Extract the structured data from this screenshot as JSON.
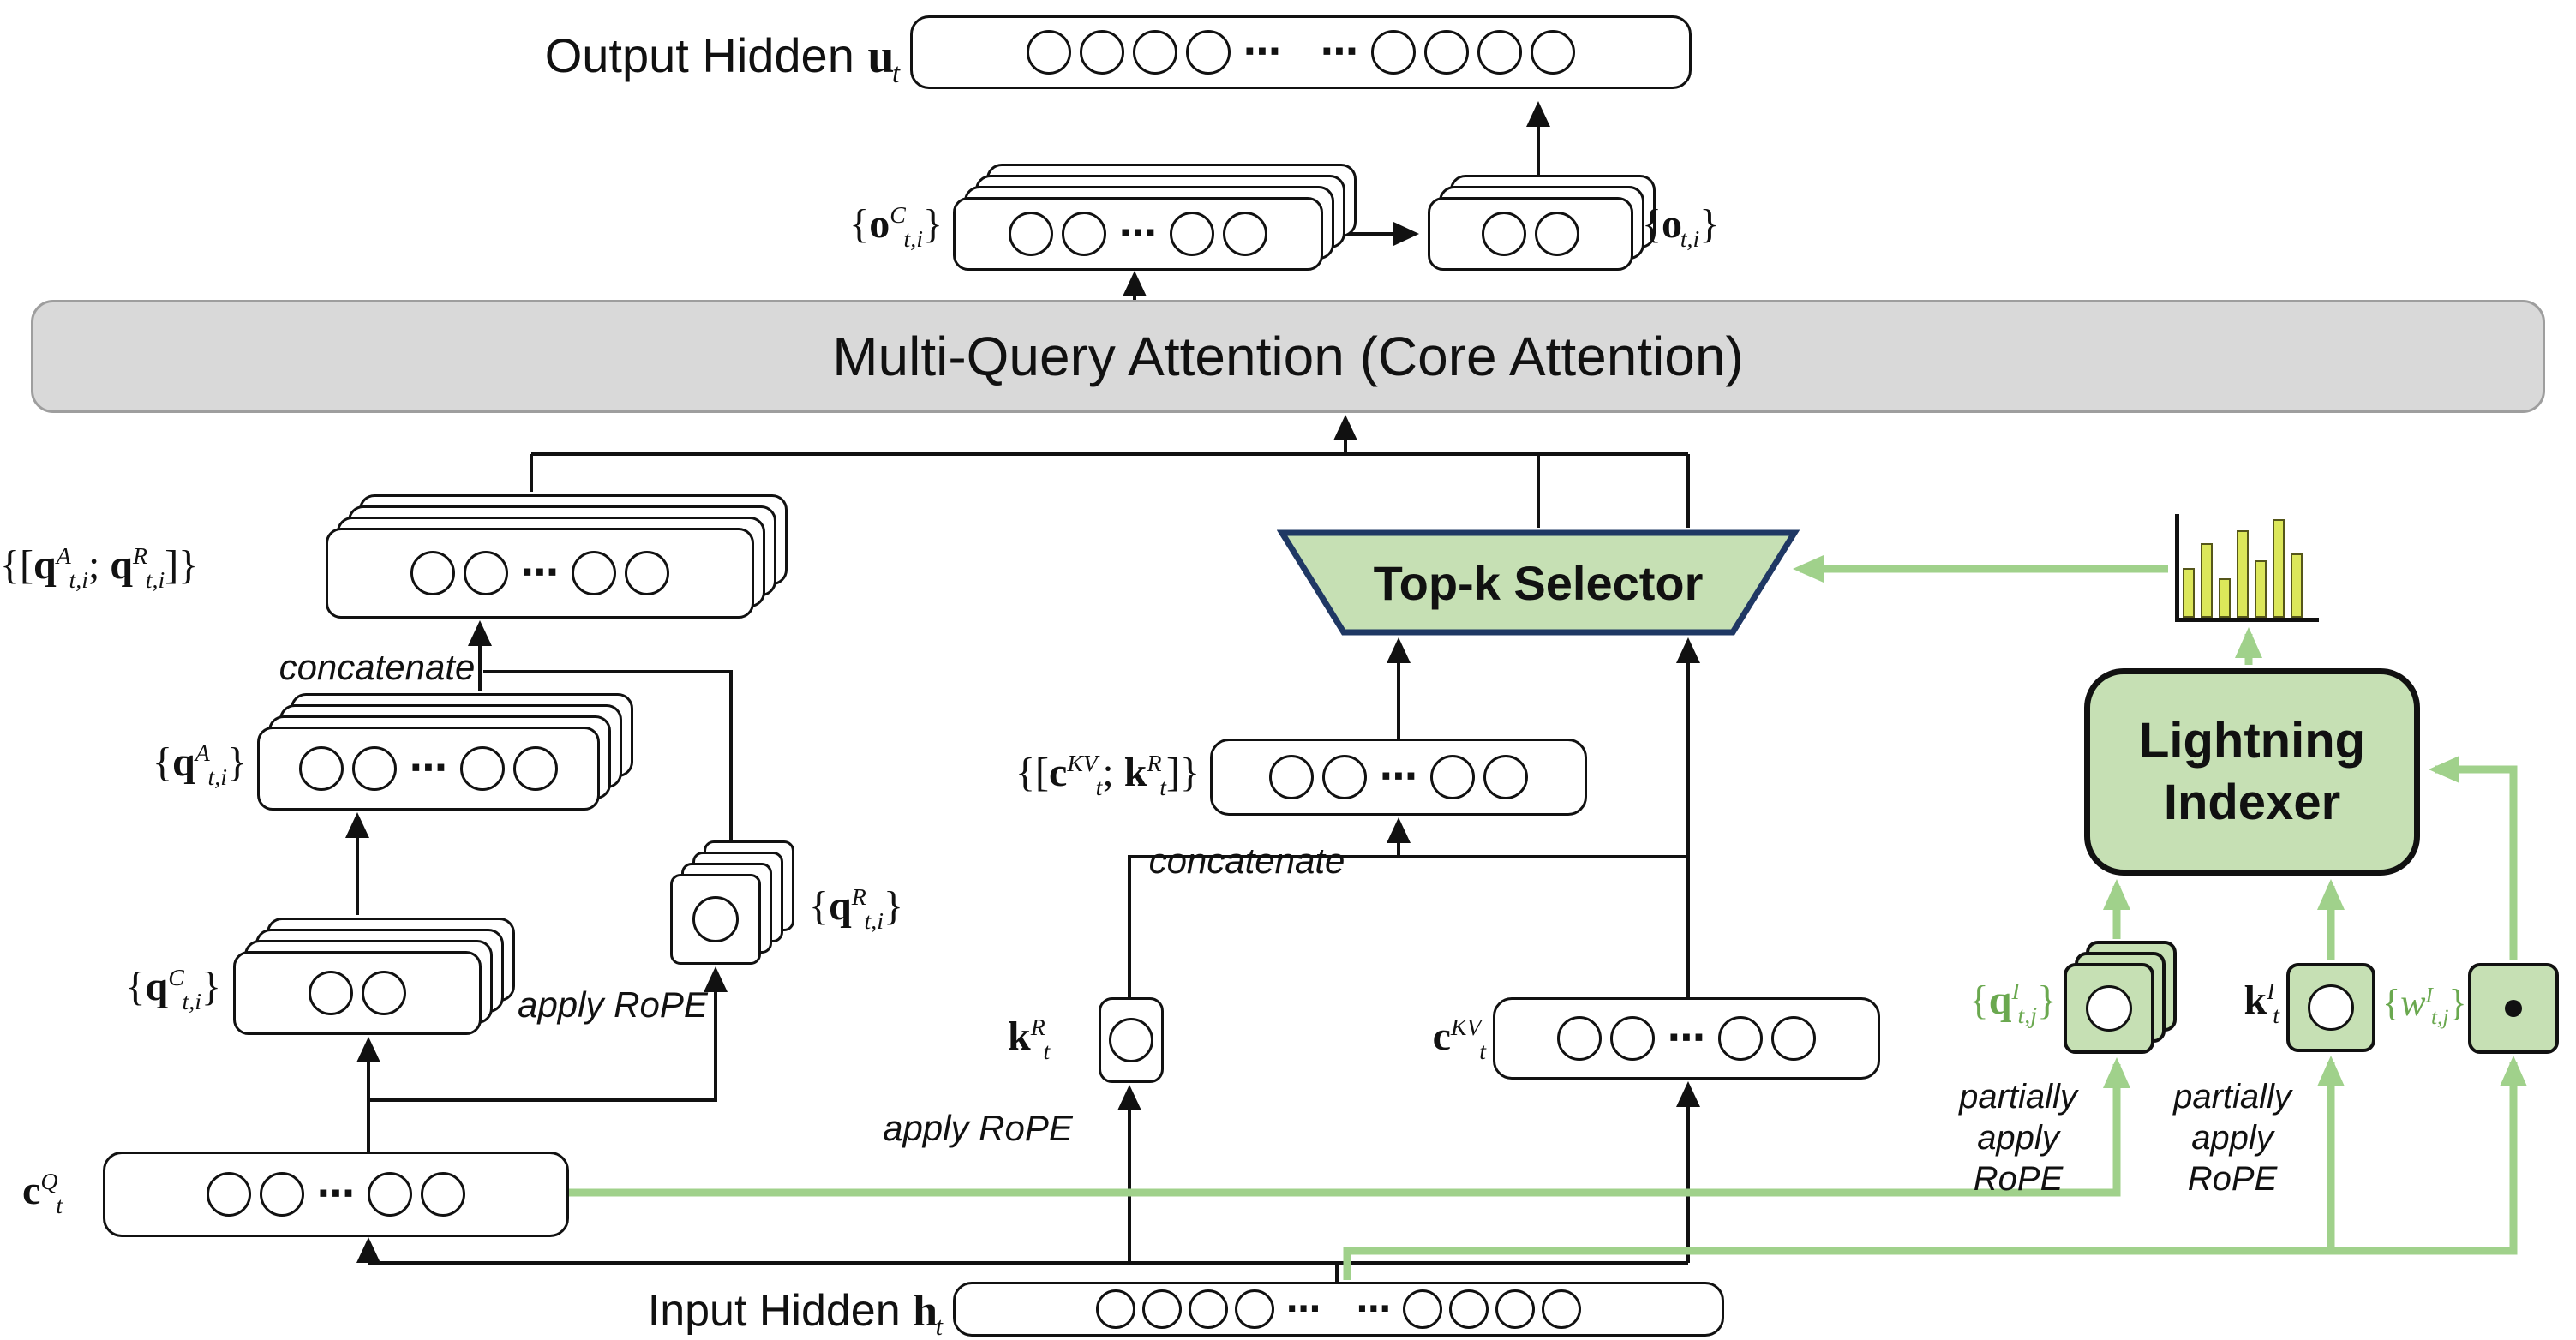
{
  "figure": {
    "output_hidden": {
      "text": "Output Hidden",
      "math": "**u**_{t}",
      "cells": [
        4,
        4
      ],
      "ellipsis": "⋯   ⋯"
    },
    "o_c": {
      "math": "{**o**^{C}_{t,i}}",
      "cells": [
        2,
        2
      ],
      "ellipsis": "⋯"
    },
    "o": {
      "math": "{**o**_{t,i}}",
      "cells": [
        2
      ]
    },
    "mqa": {
      "label": "Multi-Query Attention (Core Attention)"
    },
    "q_concat": {
      "math": "{[**q**^{A}_{t,i}; **q**^{R}_{t,i}]}",
      "cells": [
        2,
        2
      ],
      "ellipsis": "⋯"
    },
    "concat_left": {
      "label": "concatenate"
    },
    "q_a": {
      "math": "{**q**^{A}_{t,i}}",
      "cells": [
        2,
        2
      ],
      "ellipsis": "⋯"
    },
    "q_c": {
      "math": "{**q**^{C}_{t,i}}",
      "cells": [
        2
      ]
    },
    "q_r": {
      "math": "{**q**^{R}_{t,i}}",
      "cells": [
        1
      ]
    },
    "rope_left": {
      "label": "apply RoPE"
    },
    "c_q": {
      "math": "**c**^{Q}_{t}",
      "cells": [
        2,
        2
      ],
      "ellipsis": "⋯"
    },
    "topk": {
      "label": "Top-k Selector"
    },
    "ckv_kr": {
      "math": "{[**c**^{KV}_{t}; **k**^{R}_{t}]}",
      "cells": [
        2,
        2
      ],
      "ellipsis": "⋯"
    },
    "concat_mid": {
      "label": "concatenate"
    },
    "k_r": {
      "math": "**k**^{R}_{t}",
      "cells": [
        1
      ]
    },
    "rope_mid": {
      "label": "apply RoPE"
    },
    "c_kv": {
      "math": "**c**^{KV}_{t}",
      "cells": [
        2,
        2
      ],
      "ellipsis": "⋯"
    },
    "indexer": {
      "label": "Lightning Indexer"
    },
    "histogram": {
      "bars": [
        48,
        72,
        38,
        84,
        55,
        95,
        62
      ]
    },
    "q_i": {
      "math": "{**q**^{I}_{t,j}}",
      "cells": [
        1
      ]
    },
    "k_i": {
      "math": "**k**^{I}_{t}",
      "cells": [
        1
      ]
    },
    "w_i": {
      "math": "{*w*^{I}_{t,j}}",
      "dot": true
    },
    "rope_partial_left": {
      "label": "partially apply RoPE"
    },
    "rope_partial_right": {
      "label": "partially apply RoPE"
    },
    "input_hidden": {
      "text": "Input Hidden",
      "math": "**h**_{t}",
      "cells": [
        4,
        4
      ],
      "ellipsis": "⋯   ⋯"
    }
  },
  "colors": {
    "green_fill": "#c6e0b4",
    "green_line": "#a0d18b",
    "green_text": "#6aa84f",
    "bar_fill": "#dce75a",
    "selector_border": "#1f3864",
    "gray_fill": "#d9d9d9"
  }
}
